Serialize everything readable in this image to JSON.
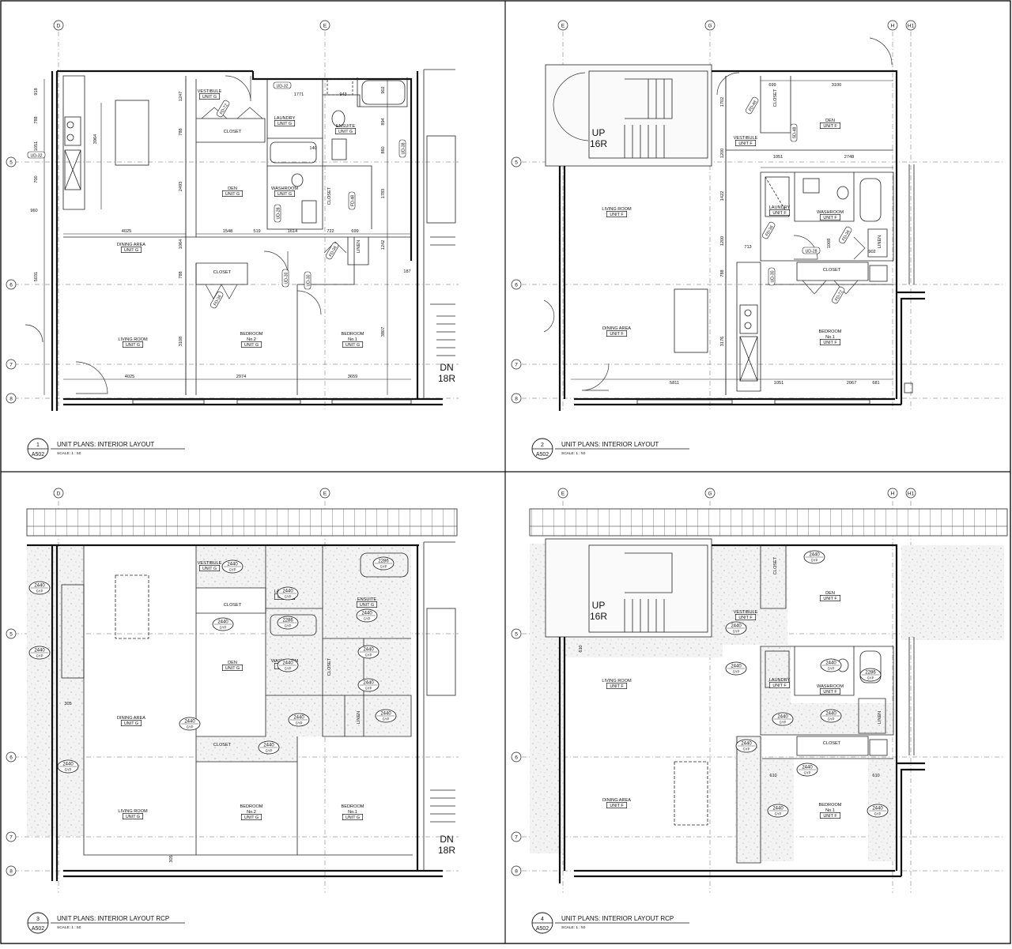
{
  "sheet": {
    "panels": [
      {
        "id": "p1",
        "number": "1",
        "sheet_ref": "A502",
        "title": "UNIT PLANS: INTERIOR LAYOUT",
        "scale": "SCALE: 1 : 50",
        "grid_columns": [
          "D",
          "E"
        ],
        "grid_rows": [
          "5",
          "6",
          "7",
          "8"
        ],
        "rooms": [
          {
            "name": "VESTIBULE",
            "unit": "UNIT G"
          },
          {
            "name": "CLOSET",
            "unit": ""
          },
          {
            "name": "LAUNDRY",
            "unit": "UNIT G"
          },
          {
            "name": "ENSUITE",
            "unit": "UNIT G"
          },
          {
            "name": "DEN",
            "unit": "UNIT G"
          },
          {
            "name": "WASHROOM",
            "unit": "UNIT G"
          },
          {
            "name": "CLOSET",
            "unit": ""
          },
          {
            "name": "LINEN",
            "unit": ""
          },
          {
            "name": "DINING AREA",
            "unit": "UNIT G"
          },
          {
            "name": "CLOSET",
            "unit": ""
          },
          {
            "name": "LIVING ROOM",
            "unit": "UNIT G"
          },
          {
            "name": "BEDROOM",
            "sub": "No.2",
            "unit": "UNIT G"
          },
          {
            "name": "BEDROOM",
            "sub": "No.1",
            "unit": "UNIT G"
          }
        ],
        "door_tags": [
          "UD-32",
          "FD-72",
          "UD-32",
          "UD-38",
          "UD-28",
          "FD-48",
          "FD-36",
          "FD-36",
          "UD-30",
          "UD-30"
        ],
        "dimensions": [
          "918",
          "788",
          "1051",
          "700",
          "960",
          "3964",
          "1247",
          "788",
          "2493",
          "1771",
          "943",
          "902",
          "894",
          "860",
          "1783",
          "4025",
          "1548",
          "519",
          "1614",
          "722",
          "699",
          "1064",
          "788",
          "3108",
          "5031",
          "1242",
          "187",
          "3807",
          "4025",
          "2974",
          "3659",
          "140"
        ],
        "stair": {
          "direction": "DN",
          "risers": "18R"
        }
      },
      {
        "id": "p2",
        "number": "2",
        "sheet_ref": "A502",
        "title": "UNIT PLANS: INTERIOR LAYOUT",
        "scale": "SCALE: 1 : 50",
        "grid_columns": [
          "E",
          "G",
          "H",
          "H1"
        ],
        "grid_rows": [
          "5",
          "6",
          "7",
          "8"
        ],
        "rooms": [
          {
            "name": "CLOSET",
            "unit": ""
          },
          {
            "name": "DEN",
            "unit": "UNIT F"
          },
          {
            "name": "VESTIBULE",
            "unit": "UNIT F"
          },
          {
            "name": "LIVING ROOM",
            "unit": "UNIT F"
          },
          {
            "name": "LAUNDRY",
            "unit": "UNIT F"
          },
          {
            "name": "WASHROOM",
            "unit": "UNIT F"
          },
          {
            "name": "LINEN",
            "unit": ""
          },
          {
            "name": "CLOSET",
            "unit": ""
          },
          {
            "name": "DINING AREA",
            "unit": "UNIT F"
          },
          {
            "name": "BEDROOM",
            "sub": "No.1",
            "unit": "UNIT F"
          }
        ],
        "door_tags": [
          "FD-48",
          "SD-48",
          "FD-36",
          "FD-36",
          "UD-28",
          "UD-30",
          "FD-72"
        ],
        "dimensions": [
          "699",
          "3100",
          "1702",
          "1200",
          "1051",
          "2748",
          "1422",
          "1200",
          "1008",
          "713",
          "902",
          "788",
          "3176",
          "5811",
          "1051",
          "2067",
          "681"
        ],
        "stair": {
          "direction": "UP",
          "risers": "16R"
        }
      },
      {
        "id": "p3",
        "number": "3",
        "sheet_ref": "A502",
        "title": "UNIT PLANS: INTERIOR LAYOUT RCP",
        "scale": "SCALE: 1 : 50",
        "grid_columns": [
          "D",
          "E"
        ],
        "grid_rows": [
          "5",
          "6",
          "7",
          "8"
        ],
        "rooms": [
          {
            "name": "VESTIBULE",
            "unit": "UNIT G"
          },
          {
            "name": "CLOSET",
            "unit": ""
          },
          {
            "name": "LAUNDRY",
            "unit": "UNIT G"
          },
          {
            "name": "ENSUITE",
            "unit": "UNIT G"
          },
          {
            "name": "DEN",
            "unit": "UNIT G"
          },
          {
            "name": "WASHROOM",
            "unit": "UNIT G"
          },
          {
            "name": "CLOSET",
            "unit": ""
          },
          {
            "name": "LINEN",
            "unit": ""
          },
          {
            "name": "DINING AREA",
            "unit": "UNIT G"
          },
          {
            "name": "CLOSET",
            "unit": ""
          },
          {
            "name": "LIVING ROOM",
            "unit": "UNIT G"
          },
          {
            "name": "BEDROOM",
            "sub": "No.2",
            "unit": "UNIT G"
          },
          {
            "name": "BEDROOM",
            "sub": "No.1",
            "unit": "UNIT G"
          }
        ],
        "ceiling_tags": [
          {
            "height": "2440",
            "note": "GYP"
          },
          {
            "height": "2286",
            "note": "GYP"
          },
          {
            "height": "2440",
            "note": "GYP"
          },
          {
            "height": "2440",
            "note": "GYP"
          },
          {
            "height": "2440",
            "note": "GYP"
          },
          {
            "height": "2286",
            "note": "GYP"
          },
          {
            "height": "2440",
            "note": "GYP"
          },
          {
            "height": "2440",
            "note": "GYP"
          },
          {
            "height": "2440",
            "note": "GYP"
          },
          {
            "height": "2440",
            "note": "GYP"
          },
          {
            "height": "2440",
            "note": "GYP"
          },
          {
            "height": "2440",
            "note": "GYP"
          },
          {
            "height": "2440",
            "note": "GYP"
          },
          {
            "height": "2440",
            "note": "GYP"
          },
          {
            "height": "2440",
            "note": "GYP"
          },
          {
            "height": "2440",
            "note": "GYP"
          }
        ],
        "dimensions": [
          "305",
          "305"
        ],
        "stair": {
          "direction": "DN",
          "risers": "18R"
        }
      },
      {
        "id": "p4",
        "number": "4",
        "sheet_ref": "A502",
        "title": "UNIT PLANS: INTERIOR LAYOUT RCP",
        "scale": "SCALE: 1 : 50",
        "grid_columns": [
          "E",
          "G",
          "H",
          "H1"
        ],
        "grid_rows": [
          "5",
          "6",
          "7",
          "8"
        ],
        "rooms": [
          {
            "name": "CLOSET",
            "unit": ""
          },
          {
            "name": "DEN",
            "unit": "UNIT F"
          },
          {
            "name": "VESTIBULE",
            "unit": "UNIT F"
          },
          {
            "name": "LIVING ROOM",
            "unit": "UNIT F"
          },
          {
            "name": "LAUNDRY",
            "unit": "UNIT F"
          },
          {
            "name": "WASHROOM",
            "unit": "UNIT F"
          },
          {
            "name": "LINEN",
            "unit": ""
          },
          {
            "name": "CLOSET",
            "unit": ""
          },
          {
            "name": "DINING AREA",
            "unit": "UNIT F"
          },
          {
            "name": "BEDROOM",
            "sub": "No.1",
            "unit": "UNIT F"
          }
        ],
        "ceiling_tags": [
          {
            "height": "2440",
            "note": "GYP"
          },
          {
            "height": "2440",
            "note": "GYP"
          },
          {
            "height": "2440",
            "note": "GYP"
          },
          {
            "height": "2440",
            "note": "GYP"
          },
          {
            "height": "2286",
            "note": "GYP"
          },
          {
            "height": "2440",
            "note": "GYP"
          },
          {
            "height": "2440",
            "note": "GYP"
          },
          {
            "height": "2440",
            "note": "GYP"
          },
          {
            "height": "2440",
            "note": "GYP"
          },
          {
            "height": "2440",
            "note": "GYP"
          },
          {
            "height": "2440",
            "note": "GYP"
          }
        ],
        "dimensions": [
          "610",
          "610",
          "610"
        ],
        "stair": {
          "direction": "UP",
          "risers": "16R"
        }
      }
    ]
  }
}
